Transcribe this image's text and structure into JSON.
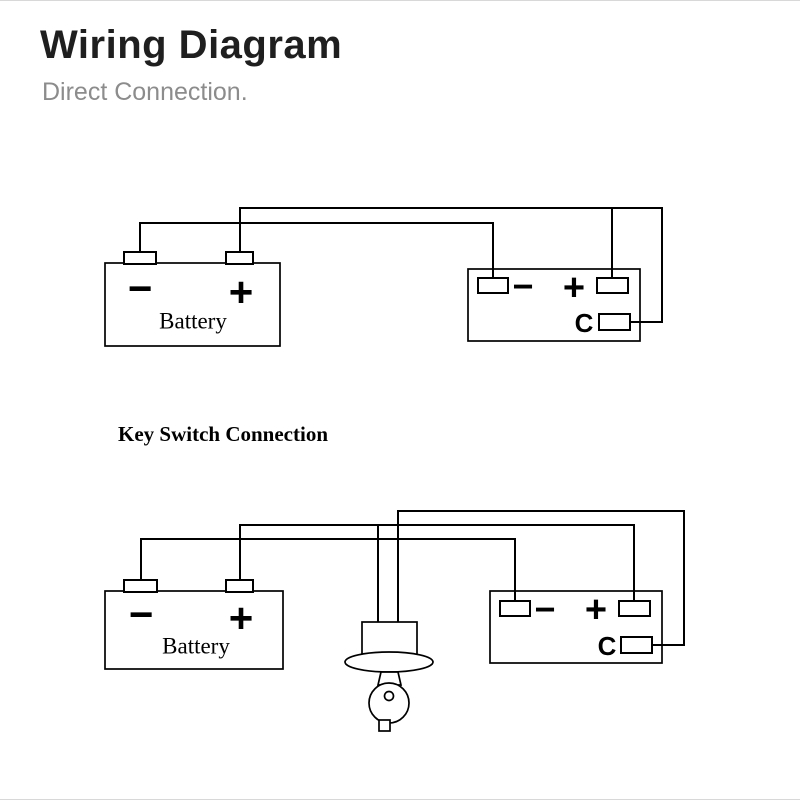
{
  "header": {
    "title": "Wiring Diagram",
    "subtitle": "Direct Connection."
  },
  "direct_connection": {
    "battery": {
      "minus": "−",
      "plus": "+",
      "label": "Battery"
    },
    "controller": {
      "minus": "−",
      "plus": "+",
      "c_label": "C"
    }
  },
  "key_switch_connection": {
    "title": "Key Switch Connection",
    "battery": {
      "minus": "−",
      "plus": "+",
      "label": "Battery"
    },
    "controller": {
      "minus": "−",
      "plus": "+",
      "c_label": "C"
    }
  },
  "colors": {
    "line": "#000000",
    "background": "#ffffff",
    "subtitle_gray": "#8c8c8c"
  }
}
